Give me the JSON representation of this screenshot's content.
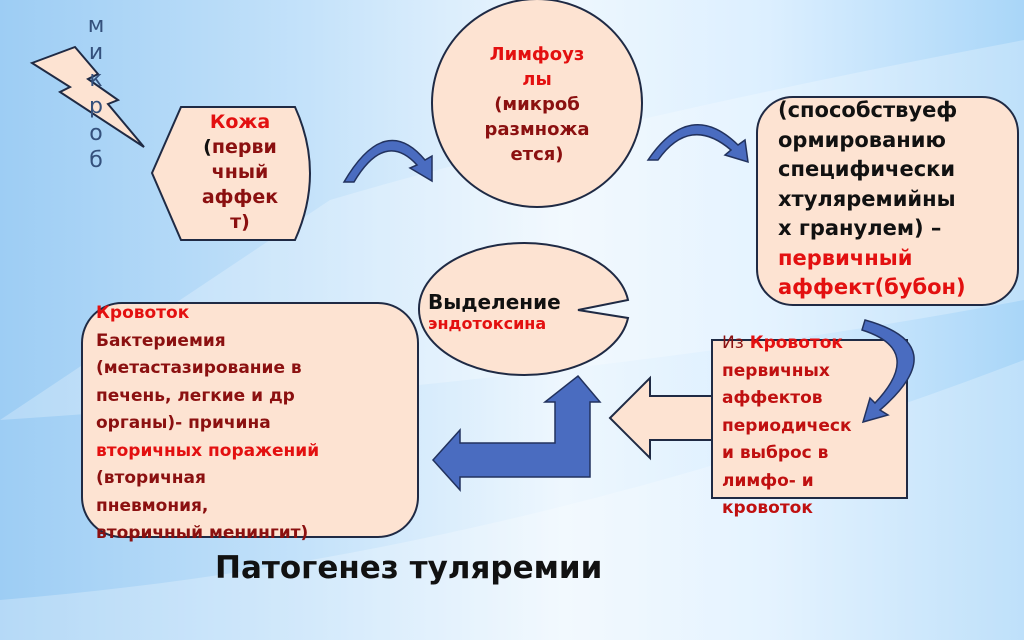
{
  "microbe_letters": [
    "м",
    "и",
    "к",
    "р",
    "о",
    "б"
  ],
  "skin": {
    "title": "Кожа",
    "open": "(",
    "body_lines": [
      "перви",
      "чный",
      "аффек",
      "т)"
    ]
  },
  "lymph": {
    "lines": [
      "Лимфоуз",
      "лы",
      "(микроб",
      "размножа",
      "ется)"
    ]
  },
  "bubo": {
    "black_lines": [
      "(способствуеф",
      "ормированию",
      "специфически",
      "хтуляремийны",
      "х гранулем) –"
    ],
    "red_lines": [
      "первичный",
      "аффект(бубон)"
    ]
  },
  "endotoxin": {
    "title": "Выделение",
    "subtitle": "эндотоксина"
  },
  "bacteremia": {
    "lines_red": [
      "Кровоток"
    ],
    "lines_dark": [
      "Бактериемия",
      "(метастазирование  в",
      "печень, легкие и др",
      "органы)- причина"
    ],
    "lines_red2": [
      "вторичных поражений"
    ],
    "lines_dark2": [
      "(вторичная",
      "пневмония,",
      "вторичный менингит)"
    ]
  },
  "release": {
    "prefix": "Из",
    "first": "Кровоток",
    "lines": [
      "первичных",
      "аффектов",
      "периодическ",
      "и выброс в",
      "лимфо- и",
      "кровоток"
    ]
  },
  "title": "Патогенез туляремии",
  "colors": {
    "shape_fill": "#fde3d2",
    "arrow_blue": "#4a6cc0",
    "red": "#e31010",
    "dark_red": "#8b1010"
  }
}
